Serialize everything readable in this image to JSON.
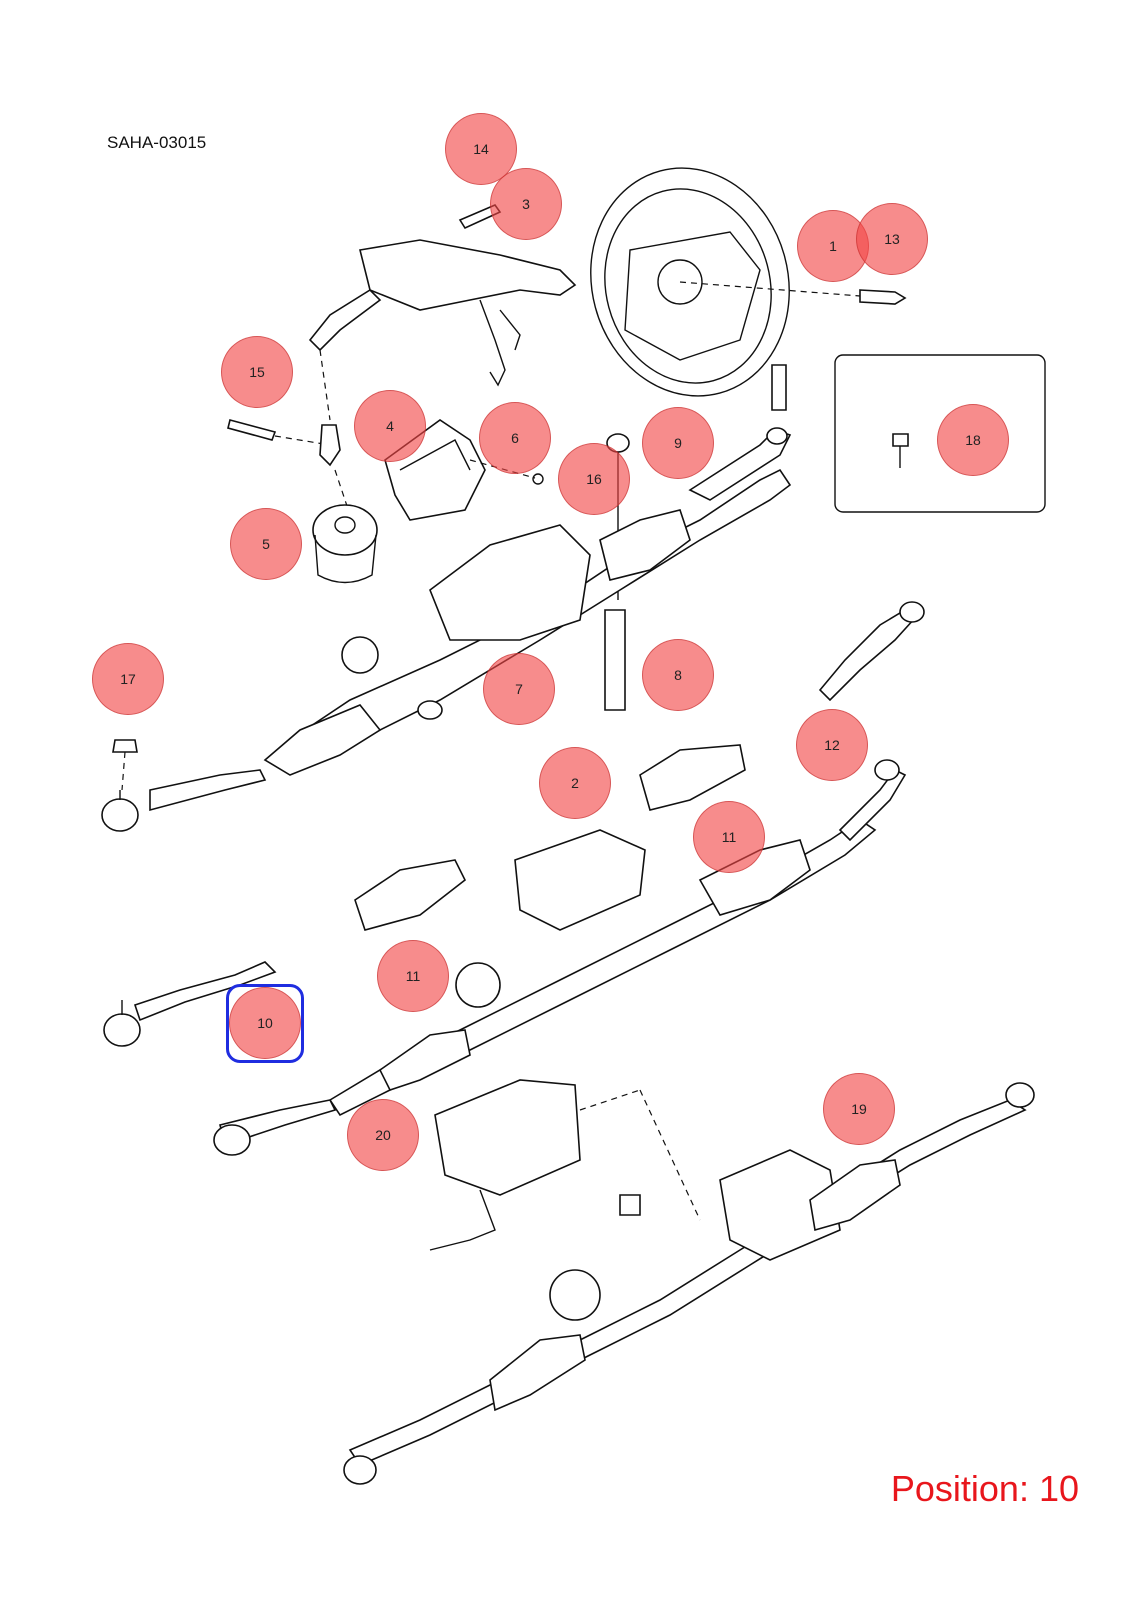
{
  "diagram_code": "SAHA-03015",
  "position_label": "Position: 10",
  "colors": {
    "callout_fill": "#f24646",
    "highlight": "#1f2de0",
    "position_text": "#e8161c"
  },
  "callouts": [
    {
      "label": "14"
    },
    {
      "label": "3"
    },
    {
      "label": "1"
    },
    {
      "label": "13"
    },
    {
      "label": "15"
    },
    {
      "label": "4"
    },
    {
      "label": "6"
    },
    {
      "label": "9"
    },
    {
      "label": "16"
    },
    {
      "label": "18"
    },
    {
      "label": "5"
    },
    {
      "label": "17"
    },
    {
      "label": "7"
    },
    {
      "label": "8"
    },
    {
      "label": "12"
    },
    {
      "label": "2"
    },
    {
      "label": "11"
    },
    {
      "label": "11"
    },
    {
      "label": "10"
    },
    {
      "label": "19"
    },
    {
      "label": "20"
    }
  ],
  "selected": "10"
}
